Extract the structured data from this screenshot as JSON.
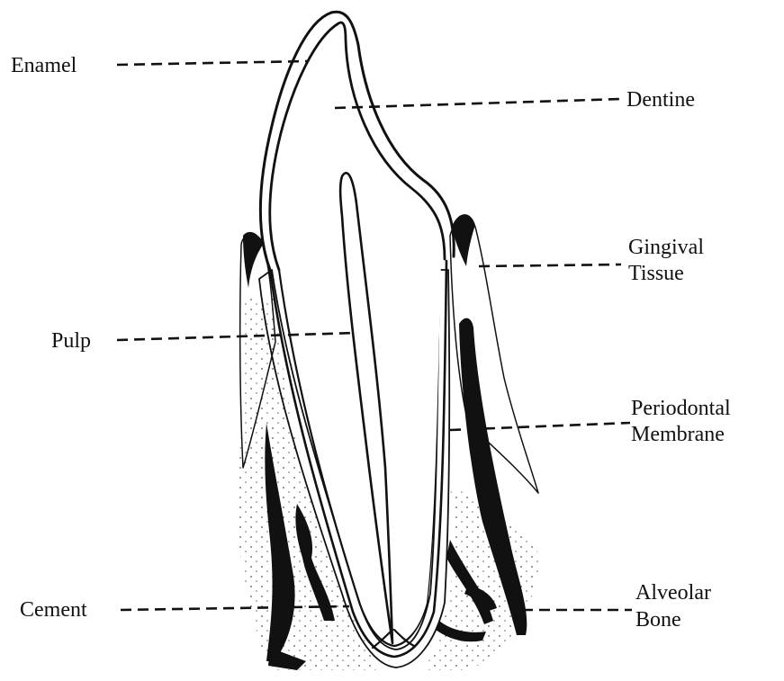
{
  "labels": {
    "enamel": "Enamel",
    "dentine": "Dentine",
    "gingival_line1": "Gingival",
    "gingival_line2": "Tissue",
    "pulp": "Pulp",
    "periodontal_line1": "Periodontal",
    "periodontal_line2": "Membrane",
    "cement": "Cement",
    "alveolar_line1": "Alveolar",
    "alveolar_line2": "Bone"
  },
  "colors": {
    "ink": "#111111",
    "paper": "#ffffff",
    "stipple": "#9a9a9a"
  }
}
